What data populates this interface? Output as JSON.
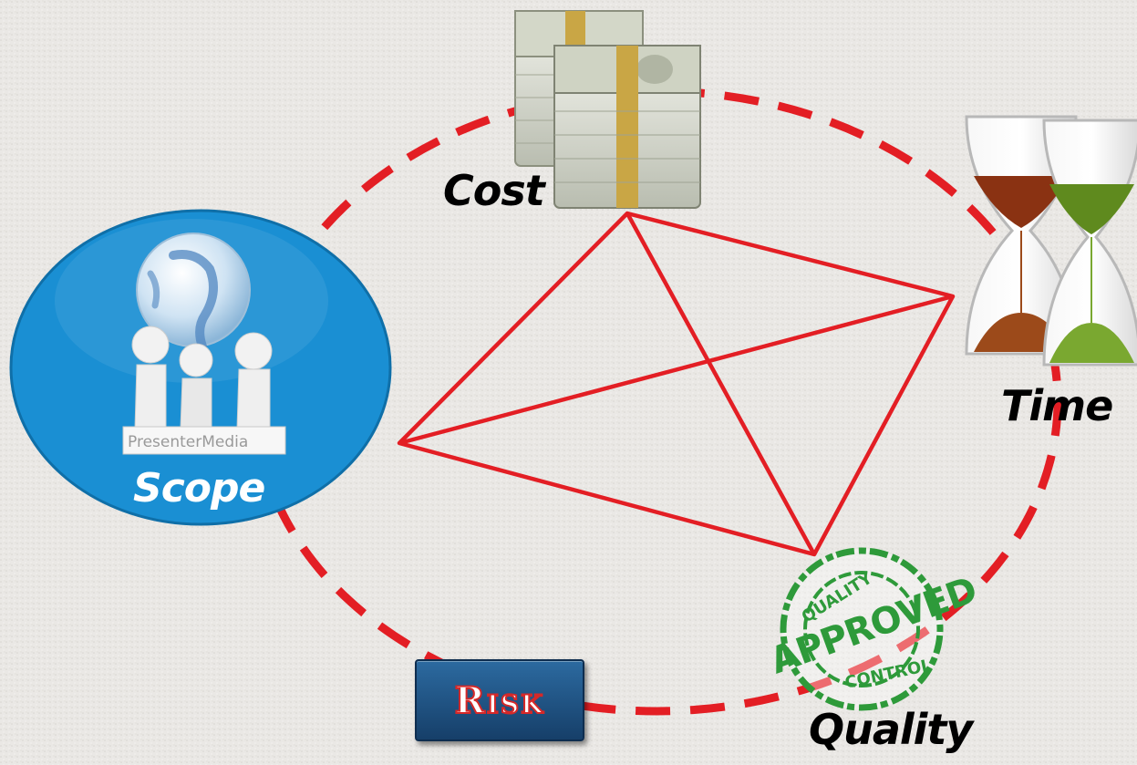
{
  "diagram": {
    "nodes": {
      "cost": {
        "label": "Cost",
        "icon": "money-stack-icon"
      },
      "time": {
        "label": "Time",
        "icon": "hourglass-icon"
      },
      "scope": {
        "label": "Scope",
        "icon": "globe-team-icon",
        "logo_text": "PresenterMedia"
      },
      "quality": {
        "label": "Quality",
        "icon": "approved-stamp-icon",
        "stamp_top": "QUALITY",
        "stamp_center": "APPROVED",
        "stamp_bottom": "CONTROL"
      },
      "risk": {
        "label": "Risk"
      }
    },
    "colors": {
      "line": "#e31e24",
      "scope_circle": "#1a8fd3",
      "risk_button": "#1f5489",
      "stamp": "#2e9a3a"
    }
  }
}
